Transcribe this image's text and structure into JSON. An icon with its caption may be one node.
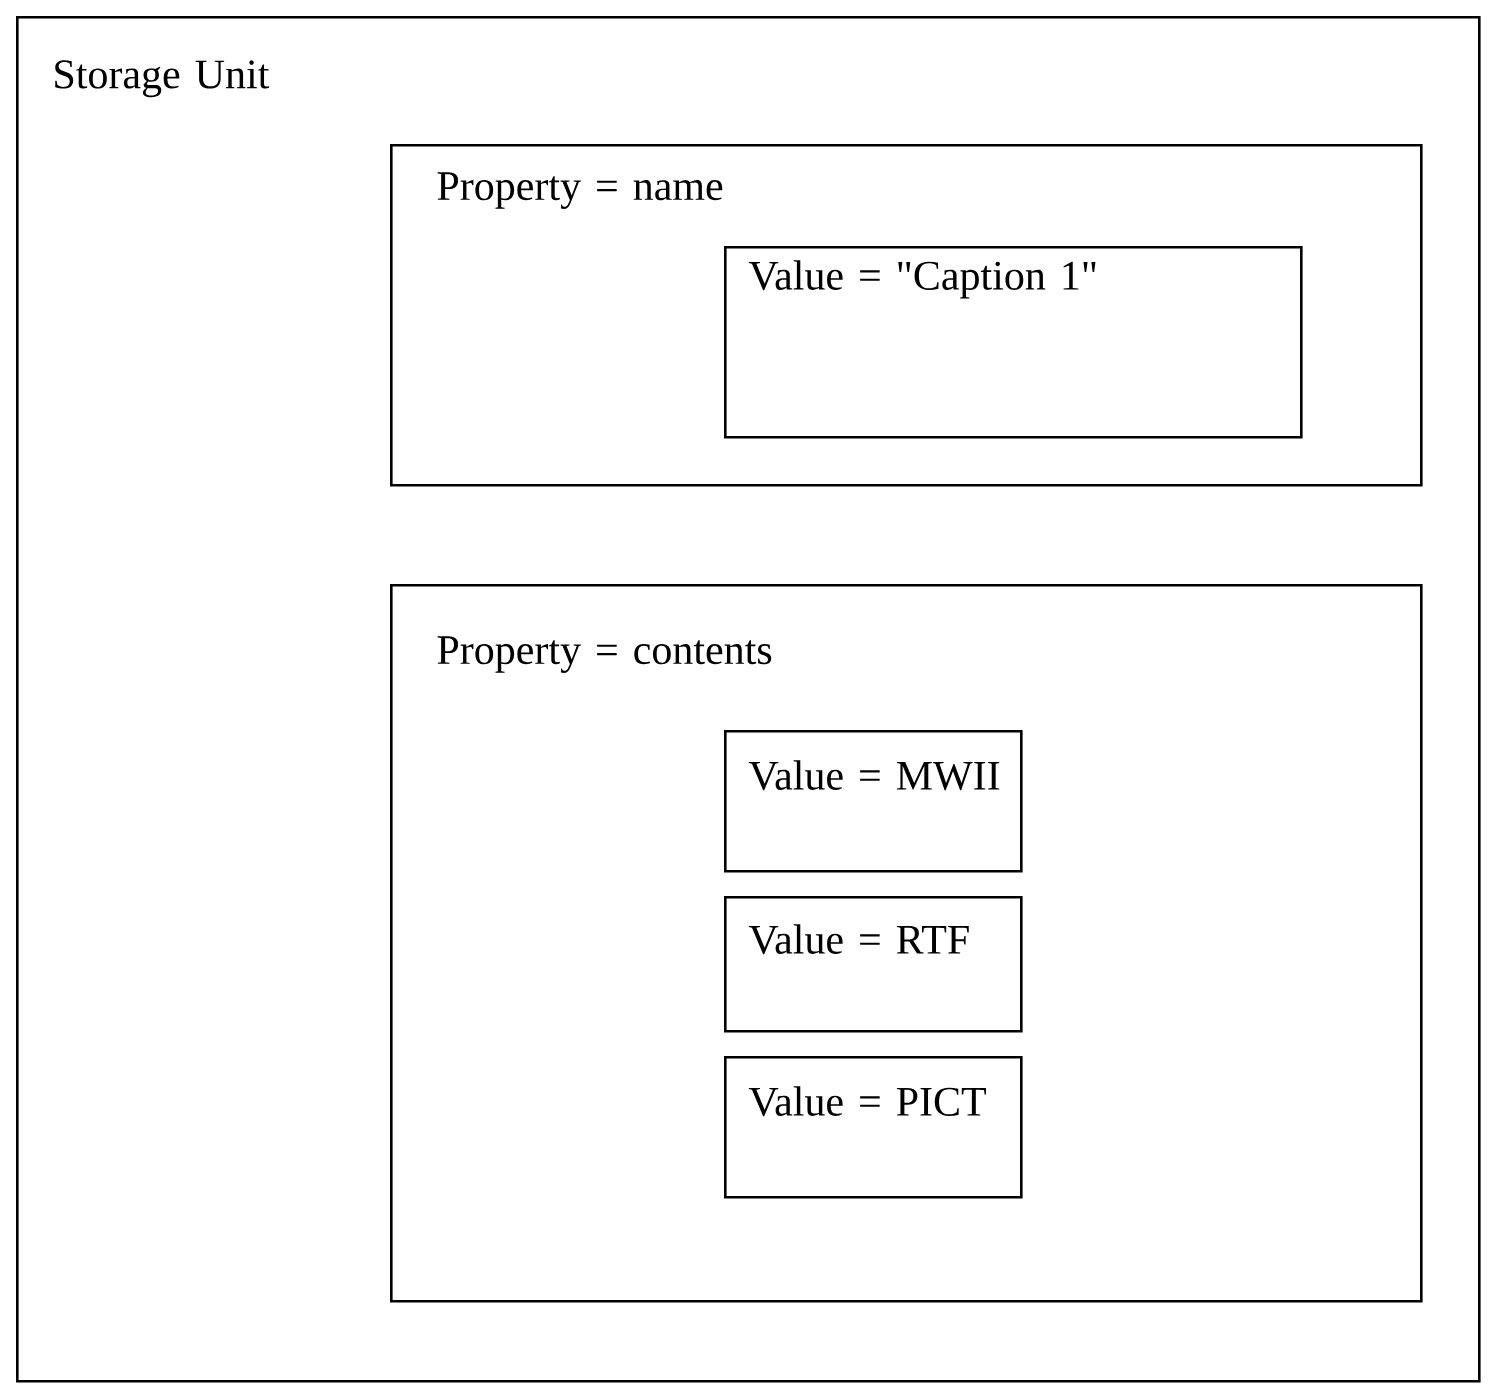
{
  "diagram": {
    "nodes": [
      {
        "text": [
          "Storage Unit"
        ]
      },
      {
        "text": [
          "Property = name"
        ],
        "in": 0
      },
      {
        "text": [
          "Value = \"Caption 1\""
        ],
        "in": 1
      },
      {
        "text": [
          "Property = contents"
        ],
        "in": 0
      },
      {
        "text": [
          "Value = MWII"
        ],
        "in": 3
      },
      {
        "text": [
          "Value = RTF"
        ],
        "in": 3
      },
      {
        "text": [
          "Value = PICT"
        ],
        "in": 3
      }
    ]
  }
}
